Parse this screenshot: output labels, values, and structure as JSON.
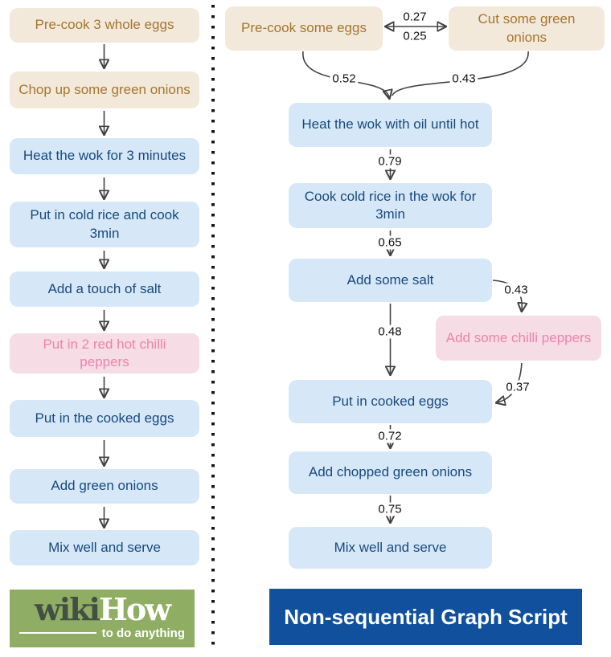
{
  "colors": {
    "ingredient_bg": "#f2e9da",
    "ingredient_text": "#a6752f",
    "action_bg": "#d6e8f8",
    "action_text": "#17497d",
    "optional_bg": "#f6dce4",
    "optional_text": "#ec84ab",
    "arrow": "#434343",
    "wikihow_green": "#8fae63",
    "wiki_text": "#434f44",
    "banner_blue": "#10509d"
  },
  "left_panel": {
    "nodes": [
      {
        "label": "Pre-cook 3 whole eggs",
        "type": "ingredient"
      },
      {
        "label": "Chop up some green onions",
        "type": "ingredient"
      },
      {
        "label": "Heat the wok for 3 minutes",
        "type": "action"
      },
      {
        "label": "Put in cold rice and cook 3min",
        "type": "action"
      },
      {
        "label": "Add a touch of salt",
        "type": "action"
      },
      {
        "label": "Put in 2 red hot chilli peppers",
        "type": "optional"
      },
      {
        "label": "Put in the cooked eggs",
        "type": "action"
      },
      {
        "label": "Add green onions",
        "type": "action"
      },
      {
        "label": "Mix well and serve",
        "type": "action"
      }
    ],
    "logo": {
      "wiki": "wiki",
      "how": "How",
      "tagline": "to do anything"
    }
  },
  "right_panel": {
    "nodes": [
      {
        "label": "Pre-cook some eggs",
        "type": "ingredient"
      },
      {
        "label": "Cut some green onions",
        "type": "ingredient"
      },
      {
        "label": "Heat the wok with oil until hot",
        "type": "action"
      },
      {
        "label": "Cook cold rice in the wok for 3min",
        "type": "action"
      },
      {
        "label": "Add some salt",
        "type": "action"
      },
      {
        "label": "Add some chilli peppers",
        "type": "optional"
      },
      {
        "label": "Put in cooked eggs",
        "type": "action"
      },
      {
        "label": "Add chopped green onions",
        "type": "action"
      },
      {
        "label": "Mix well and serve",
        "type": "action"
      }
    ],
    "edge_weights": {
      "eggs_to_onions": "0.27",
      "onions_to_eggs": "0.25",
      "eggs_to_heat": "0.52",
      "onions_to_heat": "0.43",
      "heat_to_rice": "0.79",
      "rice_to_salt": "0.65",
      "salt_to_chilli": "0.43",
      "salt_to_eggs": "0.48",
      "chilli_to_eggs": "0.37",
      "eggs_to_green_onions": "0.72",
      "green_onions_to_mix": "0.75"
    },
    "banner": "Non-sequential Graph Script"
  }
}
